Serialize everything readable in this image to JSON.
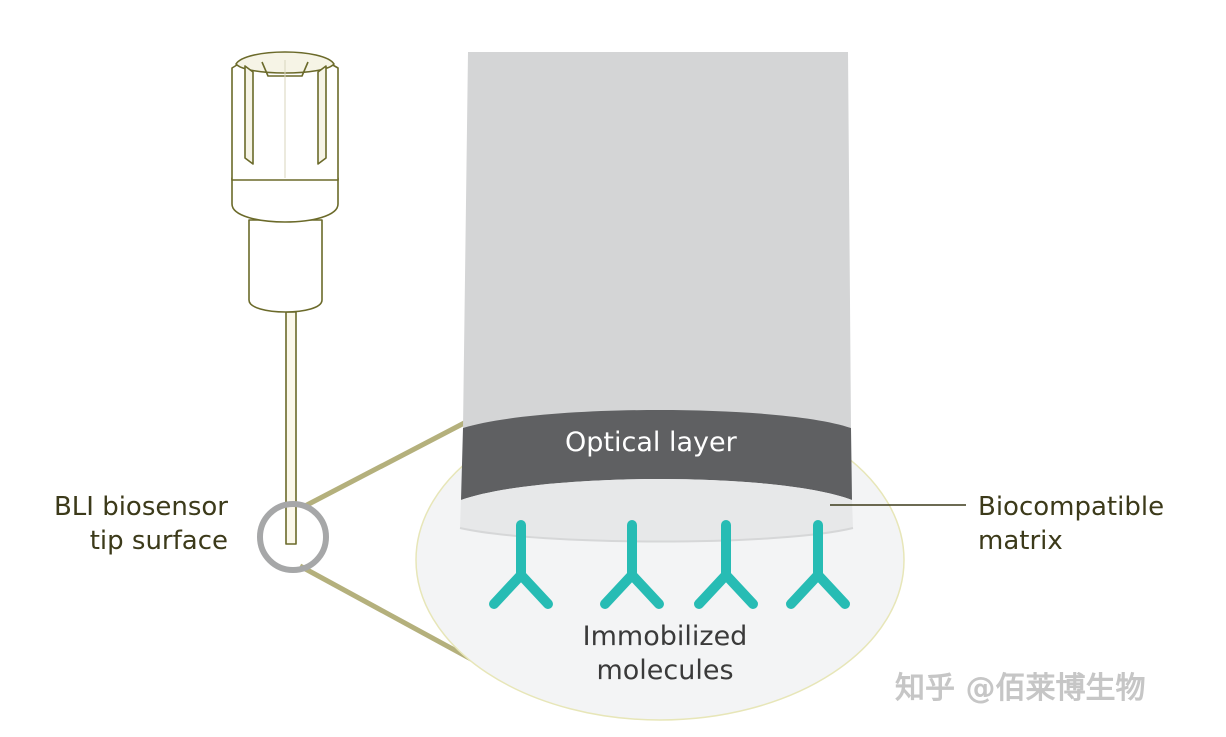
{
  "labels": {
    "tip_line1": "BLI biosensor",
    "tip_line2": "tip surface",
    "matrix_line1": "Biocompatible",
    "matrix_line2": "matrix",
    "optical_layer": "Optical layer",
    "molecules_line1": "Immobilized",
    "molecules_line2": "molecules"
  },
  "watermark": "知乎 @佰莱博生物",
  "icons": {
    "biosensor": "biosensor-icon",
    "antibody": "antibody-y-icon"
  },
  "colors": {
    "fiber_column": "#d4d5d6",
    "optical_layer": "#5f6062",
    "matrix": "#e7e8e9",
    "zoom_ellipse": "#f3f4f5",
    "molecules": "#27bcb4",
    "callout_lines": "#b4b07c",
    "label_text": "#3c3a1a"
  }
}
